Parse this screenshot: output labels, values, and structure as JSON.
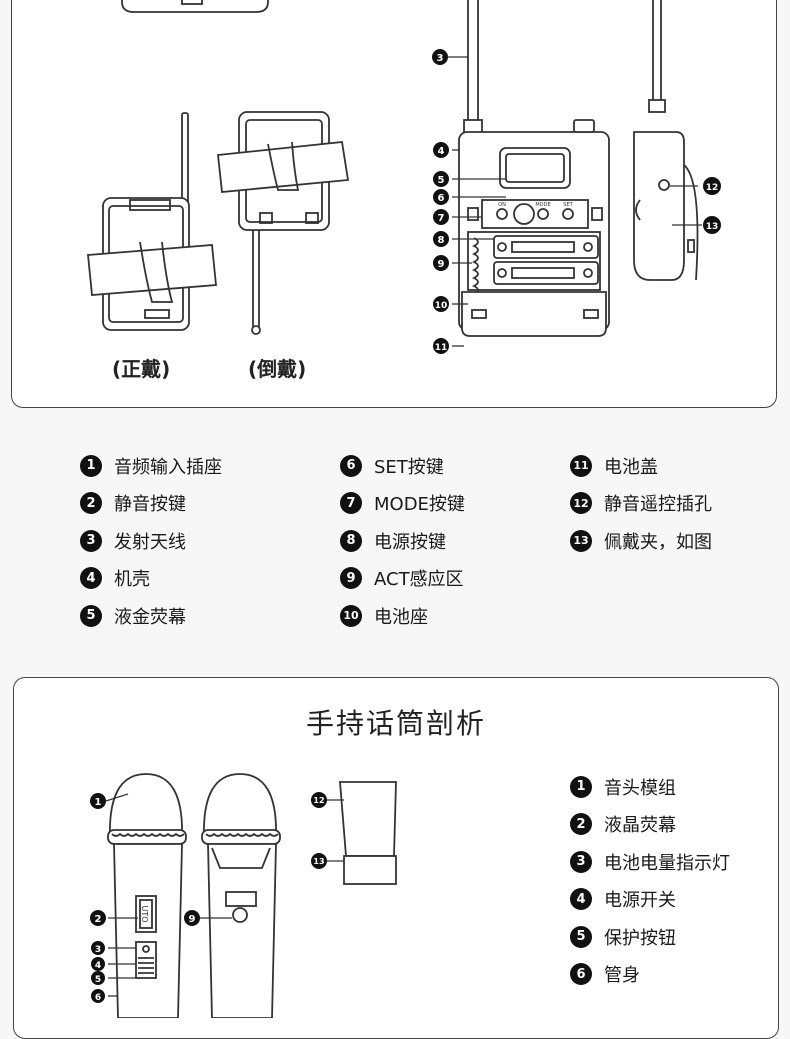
{
  "transmitter": {
    "captions": {
      "front": "(正戴)",
      "back": "(倒戴)"
    },
    "callouts": [
      "3",
      "4",
      "5",
      "6",
      "7",
      "8",
      "9",
      "10",
      "11",
      "12",
      "13"
    ],
    "panel_labels": {
      "on": "ON",
      "mode": "MODE",
      "set": "SET"
    },
    "legend_col1": [
      {
        "n": "1",
        "label": "音频输入插座"
      },
      {
        "n": "2",
        "label": "静音按键"
      },
      {
        "n": "3",
        "label": "发射天线"
      },
      {
        "n": "4",
        "label": "机壳"
      },
      {
        "n": "5",
        "label": "液金荧幕"
      }
    ],
    "legend_col2": [
      {
        "n": "6",
        "label": "SET按键"
      },
      {
        "n": "7",
        "label": "MODE按键"
      },
      {
        "n": "8",
        "label": "电源按键"
      },
      {
        "n": "9",
        "label": "ACT感应区"
      },
      {
        "n": "10",
        "label": "电池座"
      }
    ],
    "legend_col3": [
      {
        "n": "11",
        "label": "电池盖"
      },
      {
        "n": "12",
        "label": "静音遥控插孔"
      },
      {
        "n": "13",
        "label": "佩戴夹，如图"
      }
    ]
  },
  "handheld": {
    "title": "手持话筒剖析",
    "callouts": [
      "1",
      "2",
      "3",
      "4",
      "5",
      "6",
      "9",
      "12",
      "13"
    ],
    "lcd_text": "UTO",
    "legend": [
      {
        "n": "1",
        "label": "音头模组"
      },
      {
        "n": "2",
        "label": "液晶荧幕"
      },
      {
        "n": "3",
        "label": "电池电量指示灯"
      },
      {
        "n": "4",
        "label": "电源开关"
      },
      {
        "n": "5",
        "label": "保护按钮"
      },
      {
        "n": "6",
        "label": "管身"
      }
    ]
  }
}
